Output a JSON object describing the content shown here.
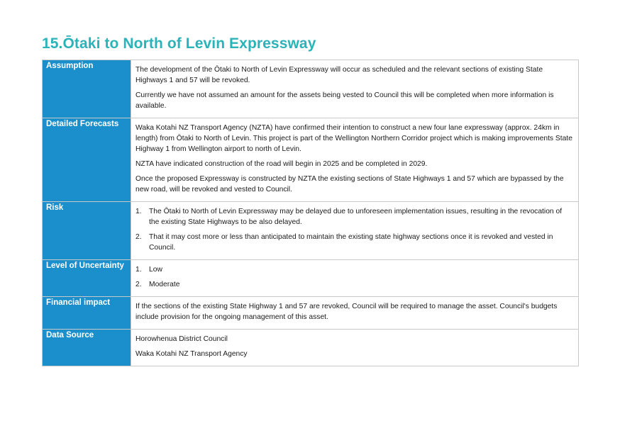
{
  "heading": "15.Ōtaki to North of Levin Expressway",
  "rows": [
    {
      "label": "Assumption",
      "paragraphs": [
        "The development of the Ōtaki to North of Levin Expressway will occur as scheduled and the relevant sections of existing State Highways 1 and 57 will be revoked.",
        "Currently we have not assumed an amount for the assets being vested to Council this will be completed when more information is available."
      ]
    },
    {
      "label": "Detailed Forecasts",
      "paragraphs": [
        "Waka Kotahi NZ Transport Agency (NZTA) have confirmed their intention to construct a new four lane expressway (approx. 24km in length) from Ōtaki to North of Levin. This project is part of the Wellington Northern Corridor project which is making improvements State Highway 1 from Wellington airport to north of Levin.",
        "NZTA have indicated construction of the road will begin in 2025 and be completed in 2029.",
        "Once the proposed Expressway is constructed by NZTA the existing sections of State Highways 1 and 57 which are bypassed by the new road, will be revoked and vested to Council."
      ]
    },
    {
      "label": "Risk",
      "items": [
        {
          "num": "1.",
          "text": "The Ōtaki to North of Levin Expressway may be delayed due to unforeseen implementation issues, resulting in the revocation of the existing State Highways to be also delayed."
        },
        {
          "num": "2.",
          "text": "That it may cost more or less than anticipated to maintain the existing state highway sections once it is revoked and vested in Council."
        }
      ]
    },
    {
      "label": "Level of Uncertainty",
      "items": [
        {
          "num": "1.",
          "text": "Low"
        },
        {
          "num": "2.",
          "text": "Moderate"
        }
      ]
    },
    {
      "label": "Financial impact",
      "paragraphs": [
        "If the sections of the existing State Highway 1 and 57 are revoked, Council will be required to manage the asset. Council's budgets include provision for the ongoing management of this asset."
      ]
    },
    {
      "label": "Data Source",
      "paragraphs": [
        "Horowhenua District Council",
        "Waka Kotahi NZ Transport Agency"
      ]
    }
  ]
}
